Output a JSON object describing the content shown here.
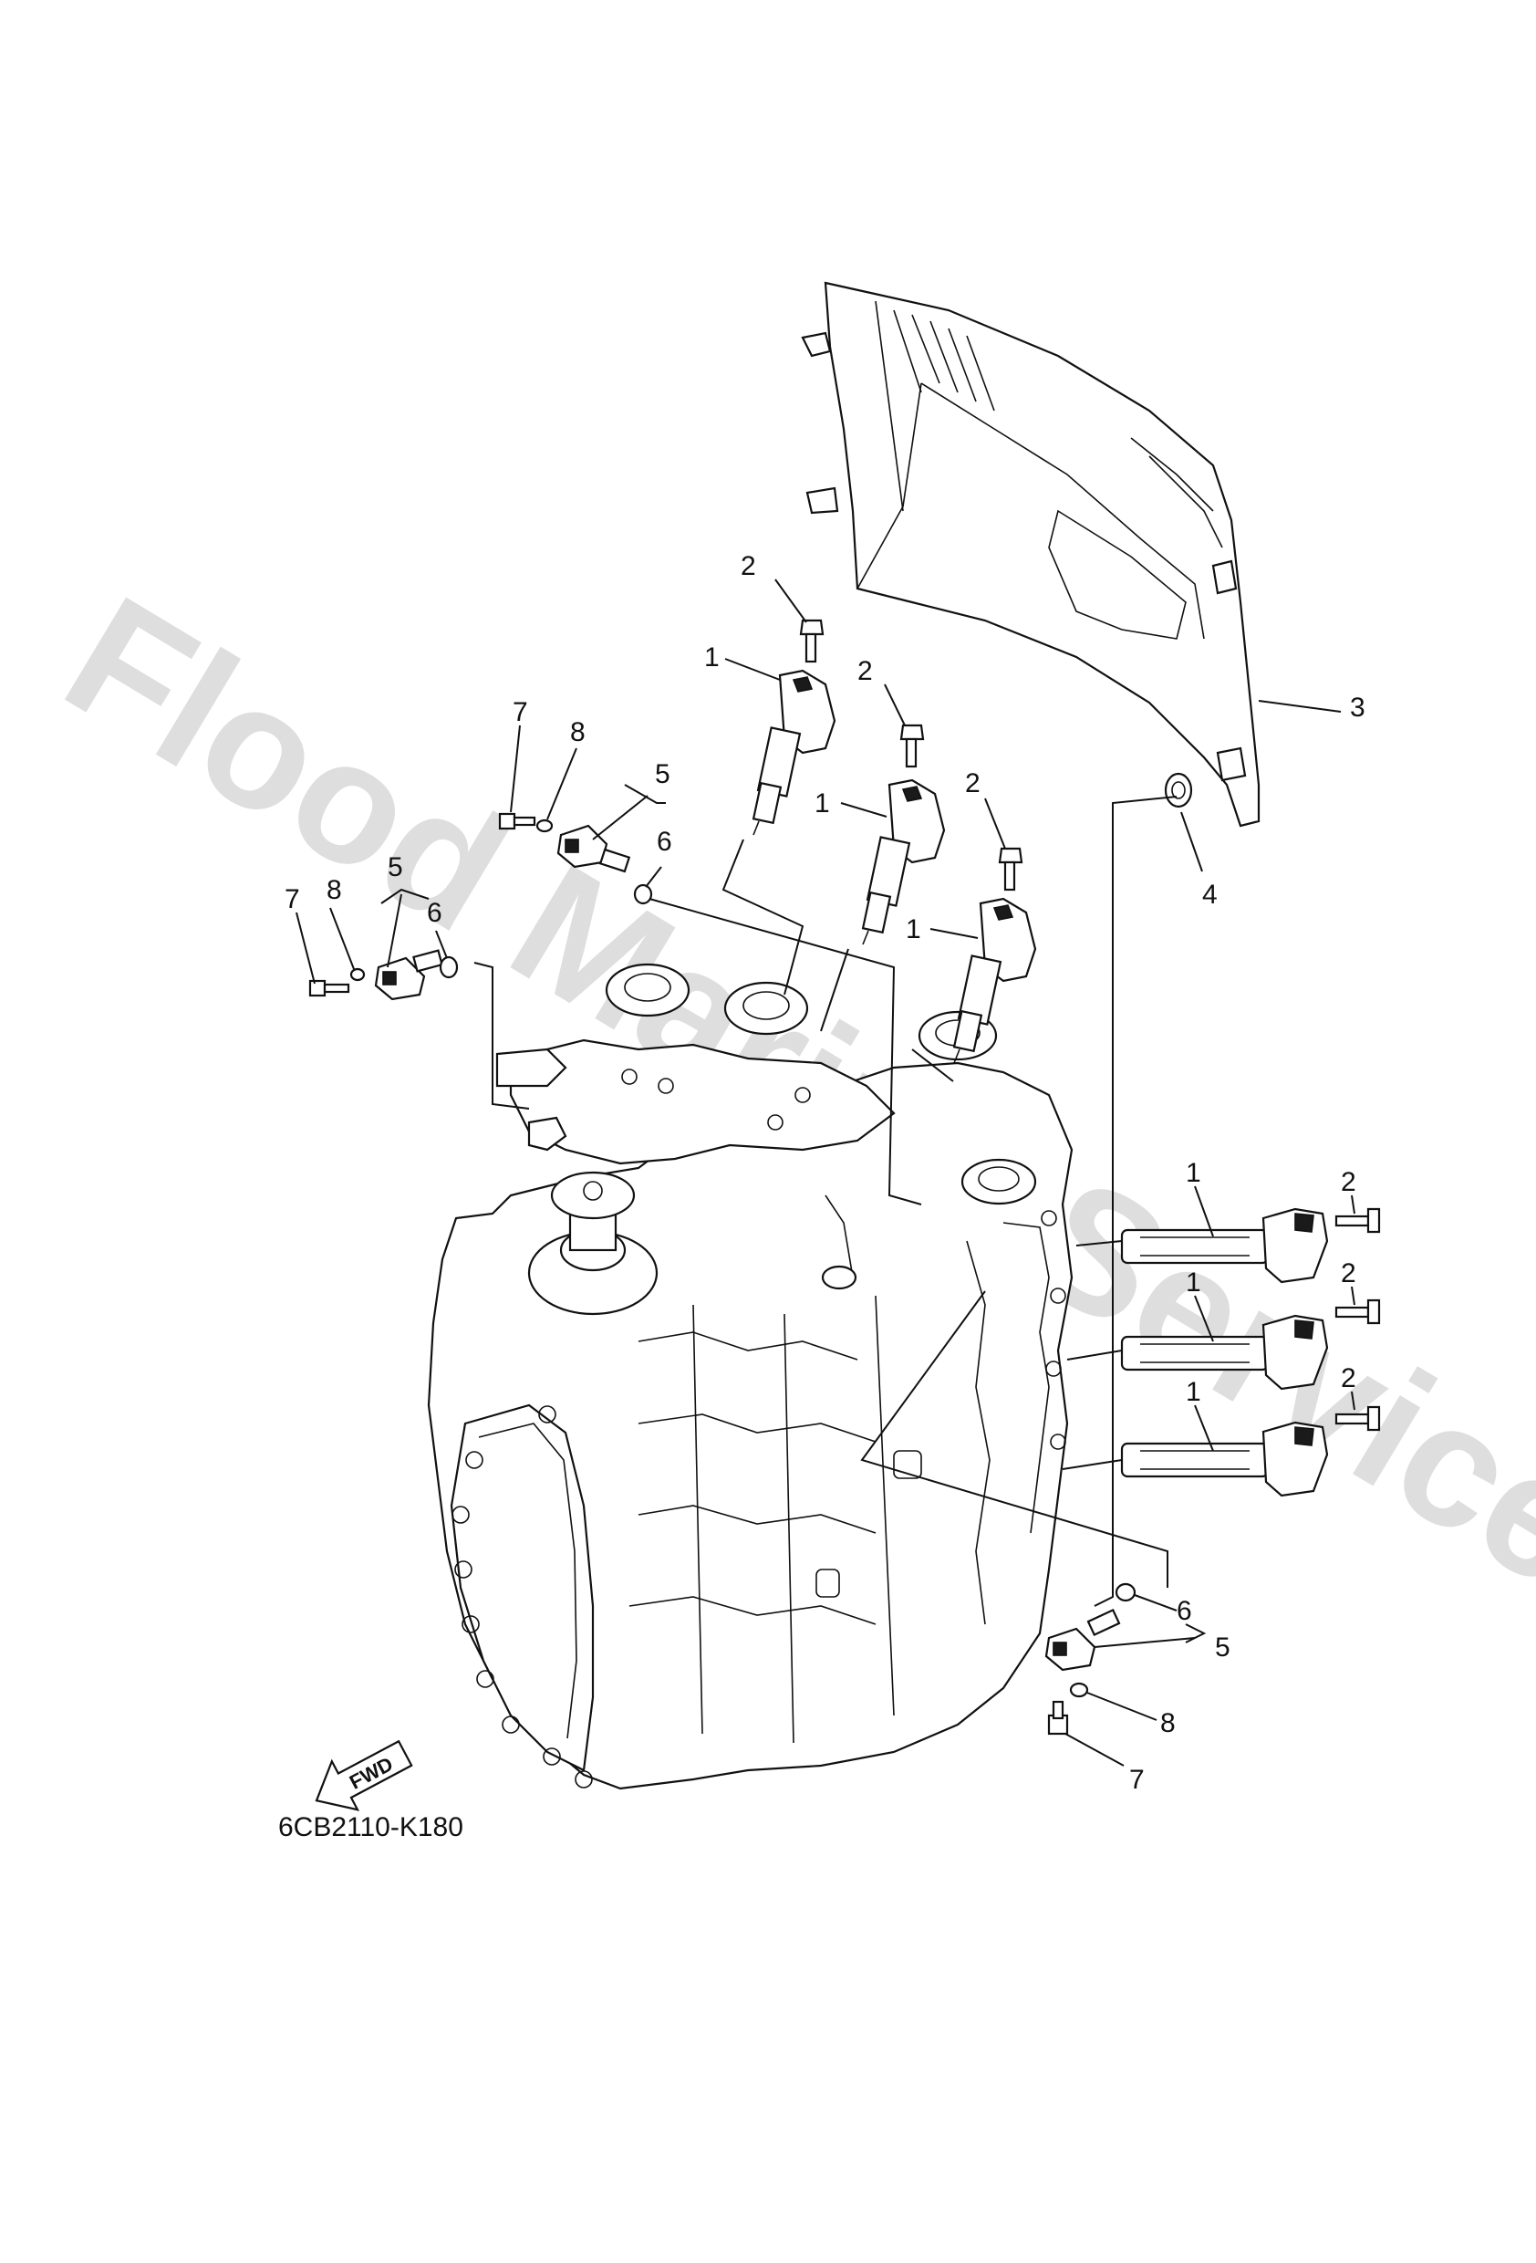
{
  "diagram": {
    "watermark": "Flood Marine Services",
    "diagram_code": "6CB2110-K180",
    "fwd_label": "FWD",
    "callouts": [
      {
        "id": "c1a",
        "text": "1"
      },
      {
        "id": "c1b",
        "text": "1"
      },
      {
        "id": "c1c",
        "text": "1"
      },
      {
        "id": "c1d",
        "text": "1"
      },
      {
        "id": "c1e",
        "text": "1"
      },
      {
        "id": "c1f",
        "text": "1"
      },
      {
        "id": "c2a",
        "text": "2"
      },
      {
        "id": "c2b",
        "text": "2"
      },
      {
        "id": "c2c",
        "text": "2"
      },
      {
        "id": "c2d",
        "text": "2"
      },
      {
        "id": "c2e",
        "text": "2"
      },
      {
        "id": "c2f",
        "text": "2"
      },
      {
        "id": "c3",
        "text": "3"
      },
      {
        "id": "c4",
        "text": "4"
      },
      {
        "id": "c5a",
        "text": "5"
      },
      {
        "id": "c5b",
        "text": "5"
      },
      {
        "id": "c5c",
        "text": "5"
      },
      {
        "id": "c6a",
        "text": "6"
      },
      {
        "id": "c6b",
        "text": "6"
      },
      {
        "id": "c6c",
        "text": "6"
      },
      {
        "id": "c7a",
        "text": "7"
      },
      {
        "id": "c7b",
        "text": "7"
      },
      {
        "id": "c7c",
        "text": "7"
      },
      {
        "id": "c8a",
        "text": "8"
      },
      {
        "id": "c8b",
        "text": "8"
      },
      {
        "id": "c8c",
        "text": "8"
      }
    ]
  }
}
